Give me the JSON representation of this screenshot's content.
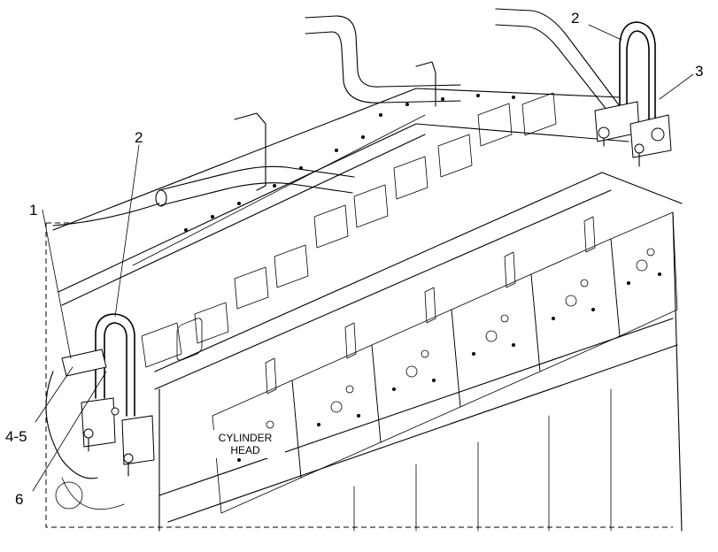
{
  "diagram": {
    "callouts": [
      {
        "id": "c1",
        "text": "1"
      },
      {
        "id": "c2a",
        "text": "2"
      },
      {
        "id": "c2b",
        "text": "2"
      },
      {
        "id": "c3",
        "text": "3"
      },
      {
        "id": "c45",
        "text": "4-5"
      },
      {
        "id": "c6",
        "text": "6"
      }
    ],
    "labels": {
      "cylinder_head_line1": "CYLINDER",
      "cylinder_head_line2": "HEAD"
    }
  }
}
